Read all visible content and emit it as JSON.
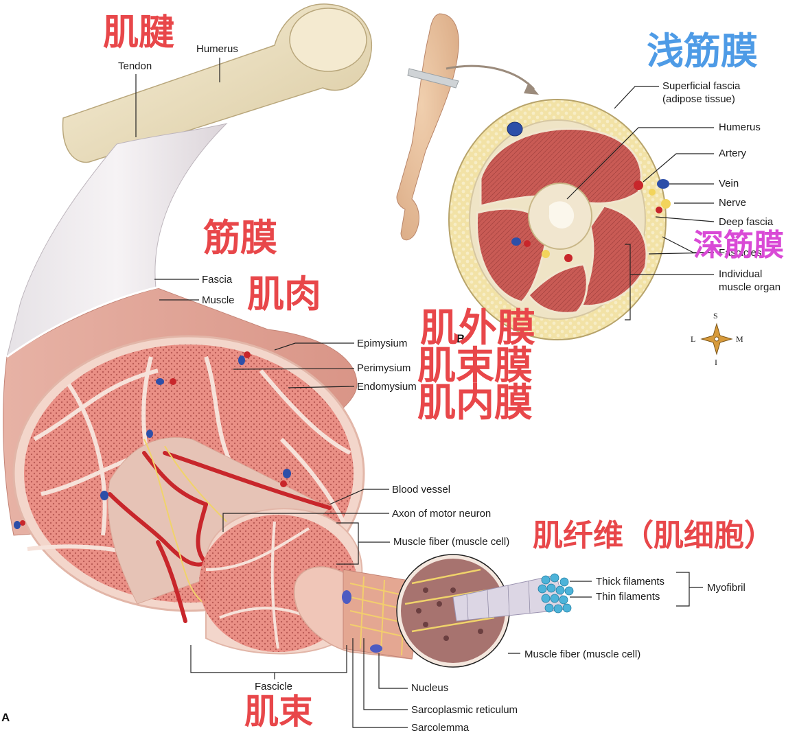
{
  "panels": {
    "a": "A",
    "b": "B"
  },
  "labels_a": {
    "humerus": "Humerus",
    "tendon": "Tendon",
    "fascia": "Fascia",
    "muscle": "Muscle",
    "epimysium": "Epimysium",
    "perimysium": "Perimysium",
    "endomysium": "Endomysium",
    "blood_vessel": "Blood vessel",
    "axon": "Axon of motor neuron",
    "muscle_fiber_top": "Muscle fiber (muscle cell)",
    "thick_filaments": "Thick filaments",
    "thin_filaments": "Thin filaments",
    "myofibril": "Myofibril",
    "muscle_fiber_bottom": "Muscle fiber (muscle cell)",
    "nucleus": "Nucleus",
    "sarcoplasmic_reticulum": "Sarcoplasmic reticulum",
    "sarcolemma": "Sarcolemma",
    "fascicle": "Fascicle"
  },
  "labels_b": {
    "superficial_fascia_1": "Superficial fascia",
    "superficial_fascia_2": "(adipose tissue)",
    "humerus": "Humerus",
    "artery": "Artery",
    "vein": "Vein",
    "nerve": "Nerve",
    "deep_fascia": "Deep fascia",
    "fascicles": "Fascicles",
    "individual_1": "Individual",
    "individual_2": "muscle organ"
  },
  "compass": {
    "s": "S",
    "i": "I",
    "l": "L",
    "m": "M"
  },
  "chinese": {
    "tendon": "肌腱",
    "superficial_fascia": "浅筋膜",
    "fascia": "筋膜",
    "muscle": "肌肉",
    "epimysium": "肌外膜",
    "perimysium": "肌束膜",
    "endomysium": "肌内膜",
    "deep_fascia": "深筋膜",
    "muscle_fiber": "肌纤维（肌细胞）",
    "fascicle": "肌束"
  },
  "colors": {
    "bone": "#f1e6c8",
    "muscle": "#cc6660",
    "muscle_dark": "#b04e4b",
    "connective": "#f4d9cf",
    "fat": "#f1dfa0",
    "artery": "#c8262b",
    "vein": "#2d4fa8",
    "nerve": "#f2d45c",
    "annotation_red": "#e8474a",
    "annotation_blue": "#4e9be6",
    "annotation_pink": "#d94ad6"
  }
}
